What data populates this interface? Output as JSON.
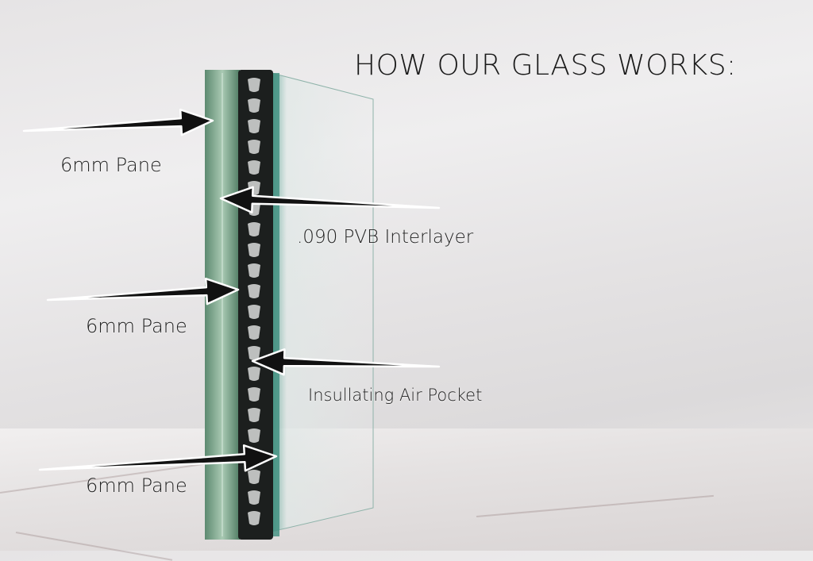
{
  "title": "HOW OUR GLASS WORKS:",
  "labels": {
    "pane_top": "6mm Pane",
    "interlayer": ".090 PVB Interlayer",
    "pane_middle": "6mm Pane",
    "air_pocket": "Insullating Air Pocket",
    "pane_bottom": "6mm Pane"
  },
  "colors": {
    "glass_green": "#6f9b80",
    "interlayer": "#1c1f1e",
    "text": "#222222"
  }
}
